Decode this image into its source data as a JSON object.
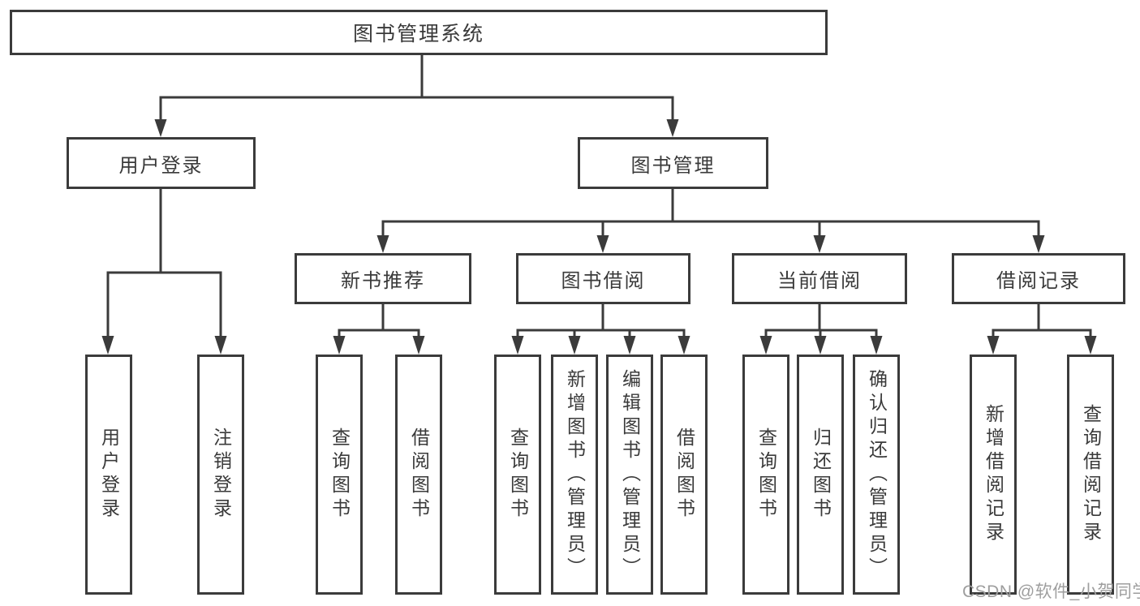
{
  "tree": {
    "label": "图书管理系统",
    "children": [
      {
        "label": "用户登录",
        "children": [
          {
            "label": "用户登录"
          },
          {
            "label": "注销登录"
          }
        ]
      },
      {
        "label": "图书管理",
        "children": [
          {
            "label": "新书推荐",
            "children": [
              {
                "label": "查询图书"
              },
              {
                "label": "借阅图书"
              }
            ]
          },
          {
            "label": "图书借阅",
            "children": [
              {
                "label": "查询图书"
              },
              {
                "label": "新增图书（管理员）"
              },
              {
                "label": "编辑图书（管理员）"
              },
              {
                "label": "借阅图书"
              }
            ]
          },
          {
            "label": "当前借阅",
            "children": [
              {
                "label": "查询图书"
              },
              {
                "label": "归还图书"
              },
              {
                "label": "确认归还（管理员）"
              }
            ]
          },
          {
            "label": "借阅记录",
            "children": [
              {
                "label": "新增借阅记录"
              },
              {
                "label": "查询借阅记录"
              }
            ]
          }
        ]
      }
    ]
  },
  "watermark": {
    "text": "CSDN @软件_小贺同学"
  },
  "colors": {
    "line": "#3b3b3b",
    "text": "#3a3a3a",
    "watermark": "#9e9e9e",
    "background": "#ffffff"
  }
}
